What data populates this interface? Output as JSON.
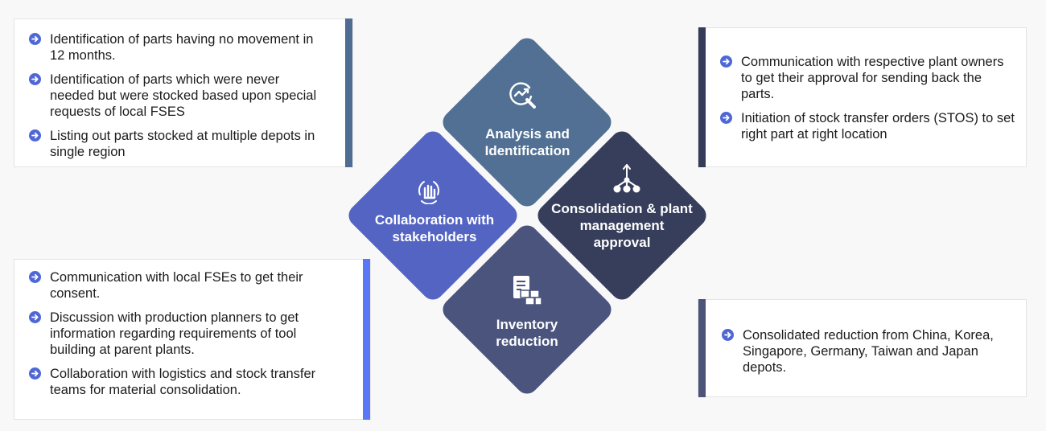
{
  "boxes": {
    "top_left": [
      "Identification of parts having no movement in 12 months.",
      "Identification of parts which were never needed but were stocked based upon special requests of local FSES",
      "Listing out parts stocked at multiple depots in single region"
    ],
    "top_right": [
      "Communication with respective plant owners to get their approval for sending back the parts.",
      "Initiation of stock transfer orders (STOS) to set right part at right location"
    ],
    "bottom_left": [
      "Communication with local FSEs to get their consent.",
      "Discussion with production planners to get information regarding requirements of tool building at parent plants.",
      "Collaboration with logistics and stock transfer teams for material consolidation."
    ],
    "bottom_right": [
      "Consolidated reduction from China, Korea, Singapore, Germany, Taiwan and Japan depots."
    ]
  },
  "diamonds": {
    "top": {
      "label": "Analysis and Identification",
      "icon": "analysis-magnifier-icon"
    },
    "left": {
      "label": "Collaboration with stakeholders",
      "icon": "handshake-icon"
    },
    "right": {
      "label": "Consolidation & plant management approval",
      "icon": "hierarchy-icon"
    },
    "bottom": {
      "label": "Inventory reduction",
      "icon": "inventory-boxes-icon"
    }
  },
  "colors": {
    "analysis": "#517093",
    "collaboration": "#5464c3",
    "consolidation": "#373e5c",
    "inventory": "#4a547d",
    "bullet": "#4f67d6"
  }
}
